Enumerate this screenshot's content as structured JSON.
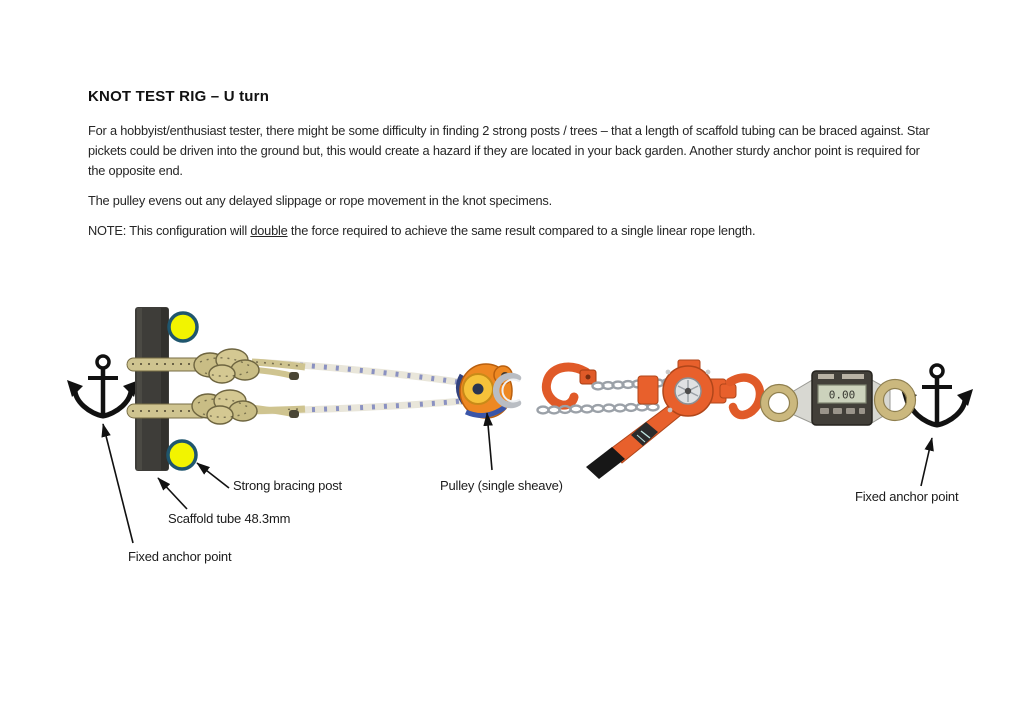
{
  "page": {
    "title": "KNOT TEST RIG – U turn",
    "paragraph1_lines": [
      "For a hobbyist/enthusiast tester, there might be some difficulty in finding 2 strong posts / trees – that a length of scaffold tubing can be braced against. Star",
      "pickets could be driven into the ground but, this would create a hazard if they are located in your back garden. Another sturdy anchor point is required for",
      "the opposite end."
    ],
    "paragraph2": "The pulley evens out any delayed slippage or rope movement in the knot specimens.",
    "note": {
      "prefix": "NOTE: This configuration will ",
      "underlined": "double",
      "suffix": " the force required to achieve the same result compared to a single linear rope length."
    }
  },
  "diagram": {
    "labels": {
      "strong_bracing_post": "Strong bracing post",
      "scaffold_tube": "Scaffold tube 48.3mm",
      "fixed_anchor_left": "Fixed anchor point",
      "pulley": "Pulley (single sheave)",
      "fixed_anchor_right": "Fixed anchor point"
    },
    "scale_display": "0.00",
    "icon_names": [
      "anchor-icon",
      "pulley",
      "carabiner-icon",
      "chain-hook-icon",
      "lever-hoist",
      "load-cell-scale"
    ],
    "colors": {
      "post": "#3e3d39",
      "marker_yellow": "#f2f400",
      "marker_ring": "#1f566e",
      "rope_tan": "#cfc490",
      "rope_white": "#e9e6da",
      "rope_fleck_blue": "#6a74b8",
      "hoist_orange": "#e8602c",
      "pulley_orange": "#ee8822",
      "chain_gray": "#9ba1a8",
      "brass": "#cbb87e",
      "lcd": "#ccd2bc",
      "text": "#262626"
    }
  }
}
